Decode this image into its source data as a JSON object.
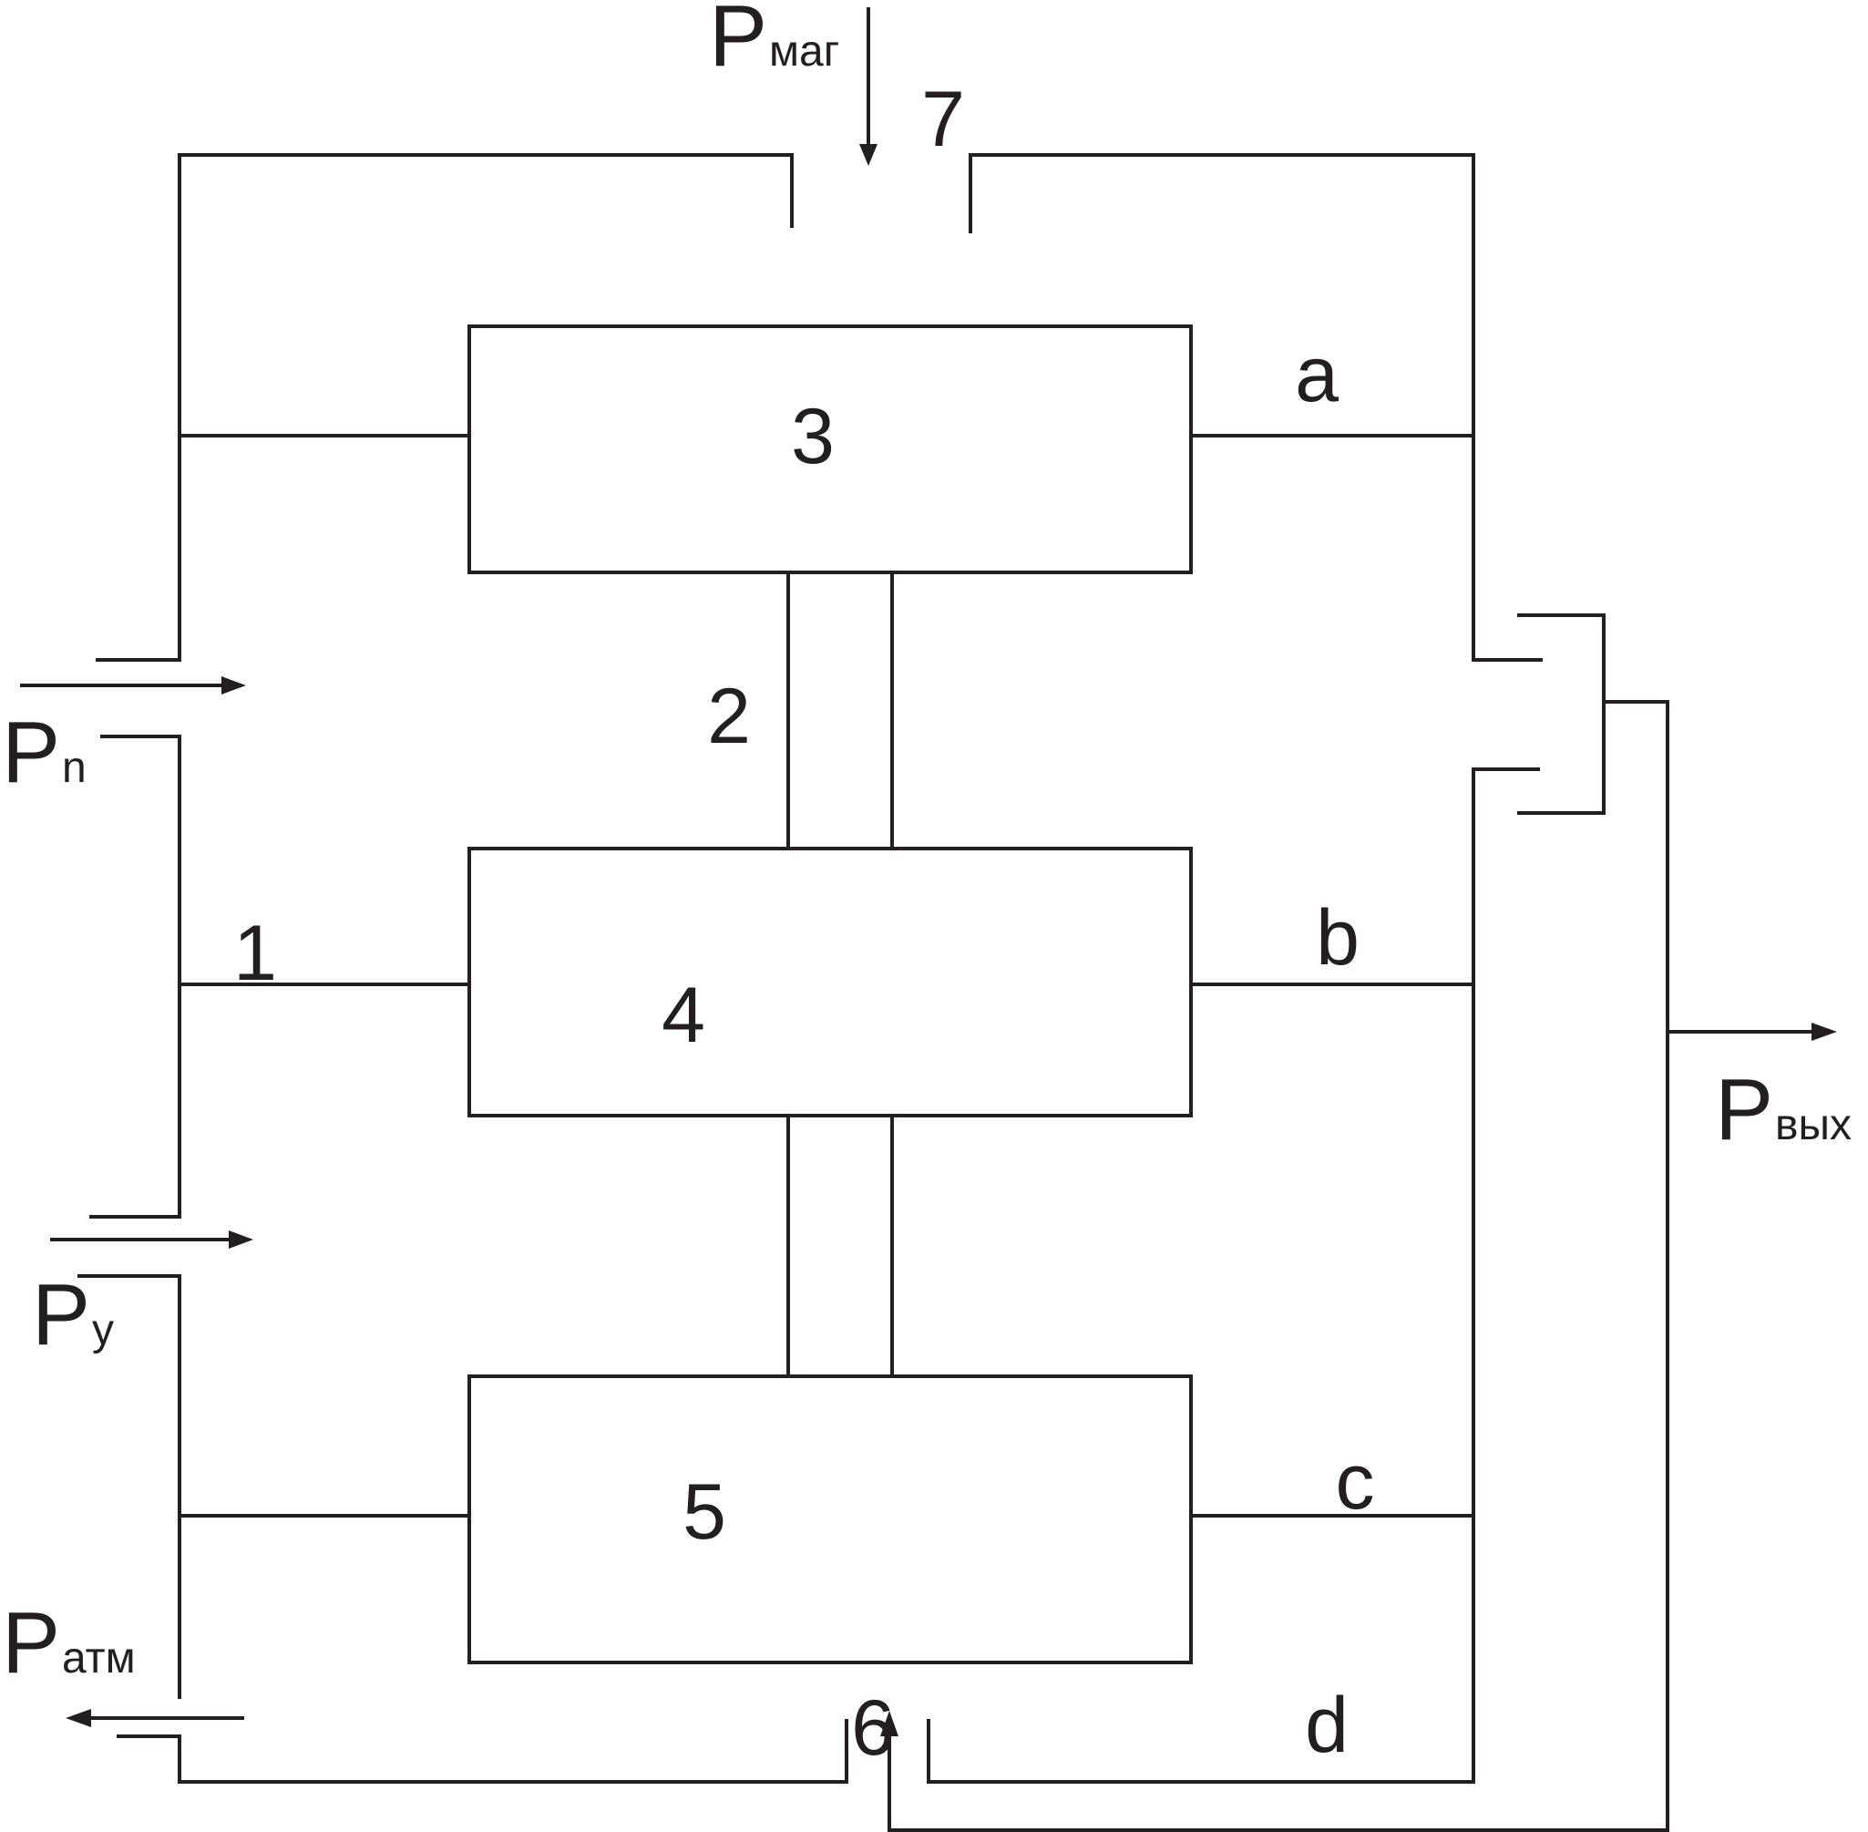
{
  "colors": {
    "stroke": "#231f20",
    "background": "#ffffff"
  },
  "blocks": {
    "b3": {
      "label": "3"
    },
    "b4": {
      "label": "4"
    },
    "b5": {
      "label": "5"
    }
  },
  "numbers": {
    "n1": "1",
    "n2": "2",
    "n6": "6",
    "n7": "7"
  },
  "nodes": {
    "a": "a",
    "b": "b",
    "c": "c",
    "d": "d"
  },
  "pressures": {
    "p_mag": {
      "main": "P",
      "sub": "маг"
    },
    "p_n": {
      "main": "P",
      "sub": "n"
    },
    "p_y": {
      "main": "P",
      "sub": "y"
    },
    "p_atm": {
      "main": "P",
      "sub": "атм"
    },
    "p_out": {
      "main": "P",
      "sub": "вых"
    }
  }
}
